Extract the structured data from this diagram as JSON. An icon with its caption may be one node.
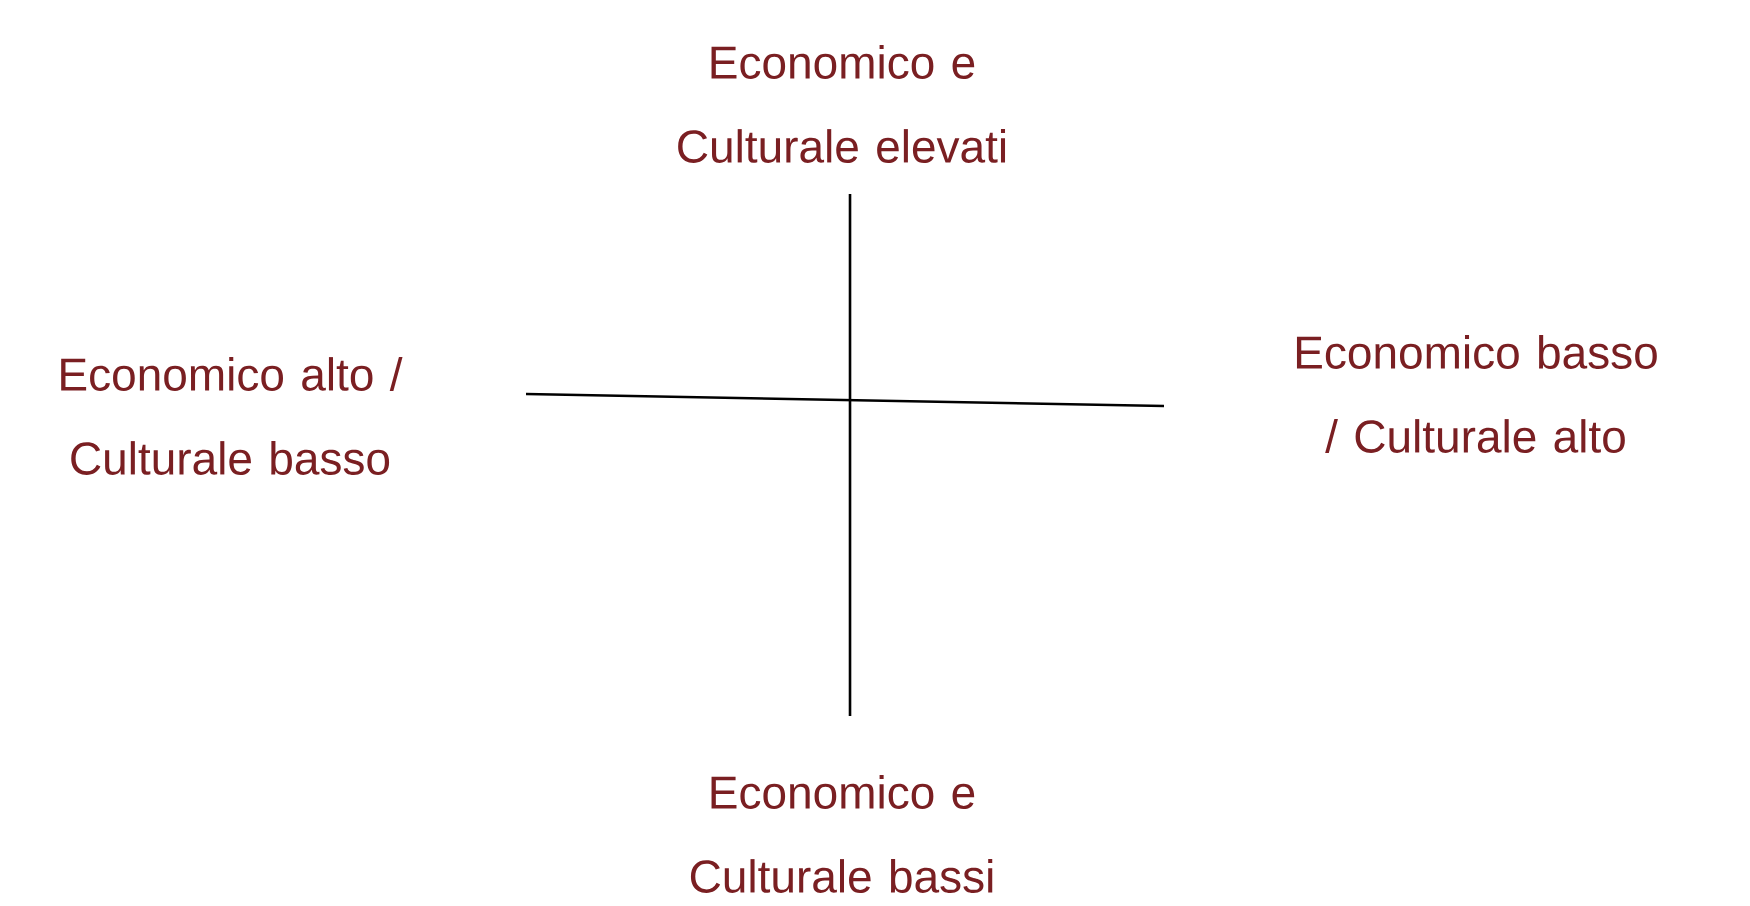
{
  "diagram": {
    "labels": [
      "Economico e Culturale elevati",
      "Economico alto / Culturale basso",
      "Economico basso / Culturale alto",
      "Economico e Culturale bassi"
    ]
  }
}
